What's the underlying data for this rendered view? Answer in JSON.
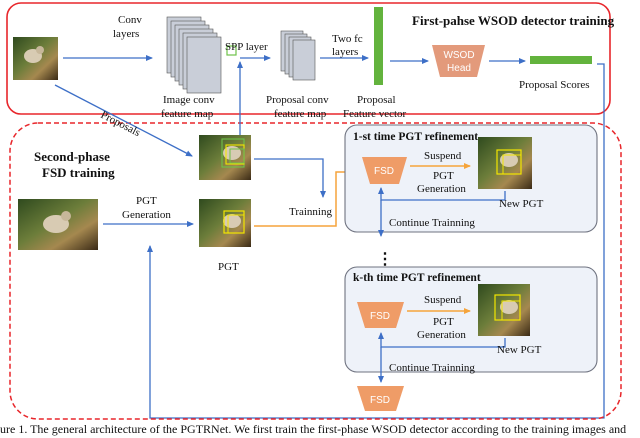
{
  "colors": {
    "red_frame": "#e8262b",
    "panel_fill": "#eef2f9",
    "panel_stroke": "#6f7380",
    "blue_arrow": "#3d6fc7",
    "orange": "#f5a43b",
    "fsd_fill": "#ef9c67",
    "wsod_fill": "#e39a7b",
    "fc_green": "#63b33d",
    "yellow_box": "#f2e600",
    "green_box": "#6ec24a",
    "feature_map": "#c9ced8"
  },
  "labels": {
    "first_phase_title": "First-pahse WSOD detector training",
    "conv_layers": "Conv\nlayers",
    "image_conv_fm": "Image conv\nfeature map",
    "spp_layer": "SPP layer",
    "proposal_conv_fm": "Proposal conv\nfeature map",
    "two_fc": "Two fc\nlayers",
    "proposal_fv": "Proposal\nFeature vector",
    "wsod_head": "WSOD\nHead",
    "proposal_scores": "Proposal Scores",
    "proposals": "Proposals",
    "second_phase_title": "Second-phase\nFSD training",
    "pgt_generation_left": "PGT\nGeneration",
    "pgt_label": "PGT",
    "trainning": "Trainning",
    "refine1_title": "1-st time PGT refinement",
    "refinek_title": "k-th time PGT refinement",
    "fsd": "FSD",
    "suspend": "Suspend",
    "pgt_generation": "PGT\nGeneration",
    "new_pgt": "New PGT",
    "continue_trainning": "Continue Trainning",
    "ellipsis": "⋮",
    "caption": "ure 1. The general architecture of the PGTRNet. We first train the first-phase WSOD detector according to the training images and"
  }
}
